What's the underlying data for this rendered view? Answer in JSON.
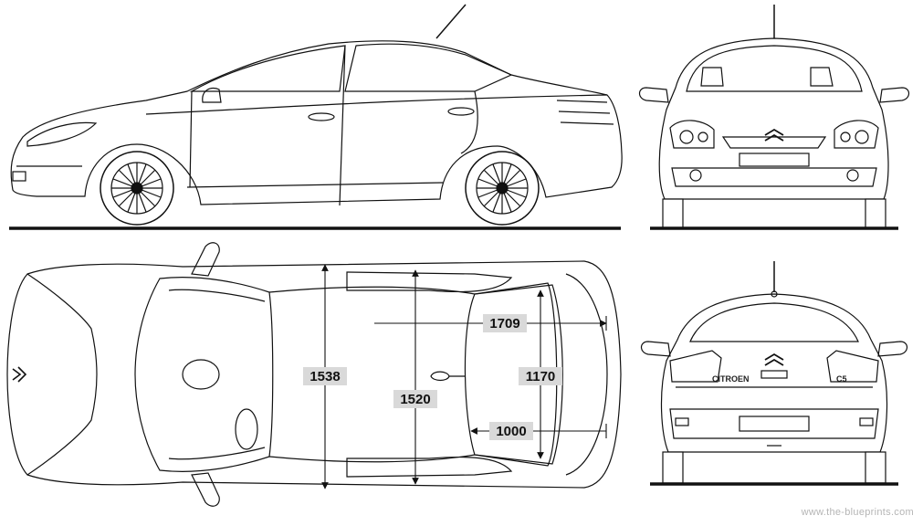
{
  "dimensions": {
    "overall_width": "1538",
    "inner_width": "1520",
    "rear_length": "1709",
    "rear_width": "1170",
    "rear_short": "1000"
  },
  "rear_badge": "CITROEN",
  "rear_model": "C5",
  "watermark": "www.the-blueprints.com",
  "colors": {
    "line": "#111111",
    "label_bg": "#d9d9d9"
  }
}
